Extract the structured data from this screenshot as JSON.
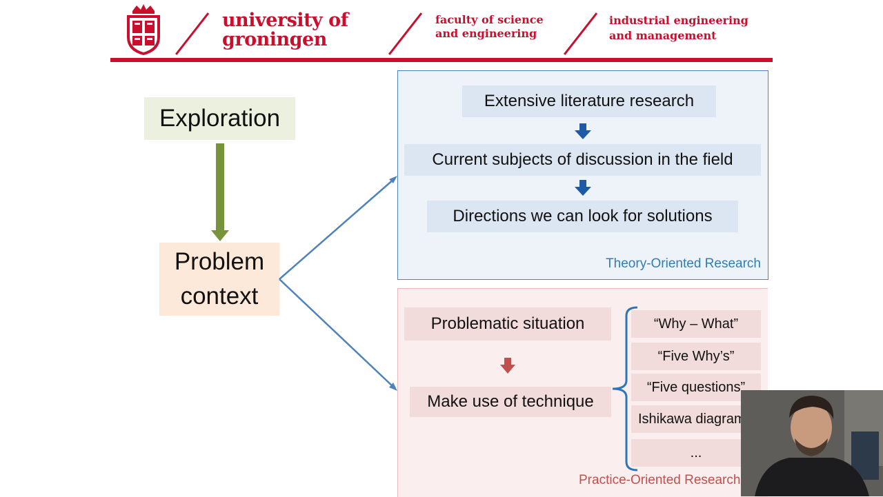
{
  "header": {
    "university": [
      "university of",
      "groningen"
    ],
    "faculty": [
      "faculty of science",
      "and engineering"
    ],
    "department": [
      "industrial engineering",
      "and management"
    ]
  },
  "diagram": {
    "exploration": "Exploration",
    "problem_context": [
      "Problem",
      "context"
    ],
    "theory_steps": [
      "Extensive literature research",
      "Current subjects of discussion in the field",
      "Directions we can look for solutions"
    ],
    "theory_label": "Theory-Oriented Research",
    "practice_steps": [
      "Problematic situation",
      "Make use of technique"
    ],
    "techniques": [
      "“Why – What”",
      "“Five Why’s”",
      "“Five questions”",
      "Ishikawa diagram",
      "..."
    ],
    "practice_label": "Practice-Oriented Research"
  },
  "colors": {
    "brand_red": "#c8102e",
    "arrow_green": "#77933c",
    "arrow_blue": "#4f81bd",
    "arrow_red": "#c0504d",
    "theory_panel_bg": "#eef3f9",
    "practice_panel_bg": "#fbeeee"
  },
  "icons": {
    "logo": "university-crest-icon",
    "webcam": "presenter-webcam"
  }
}
